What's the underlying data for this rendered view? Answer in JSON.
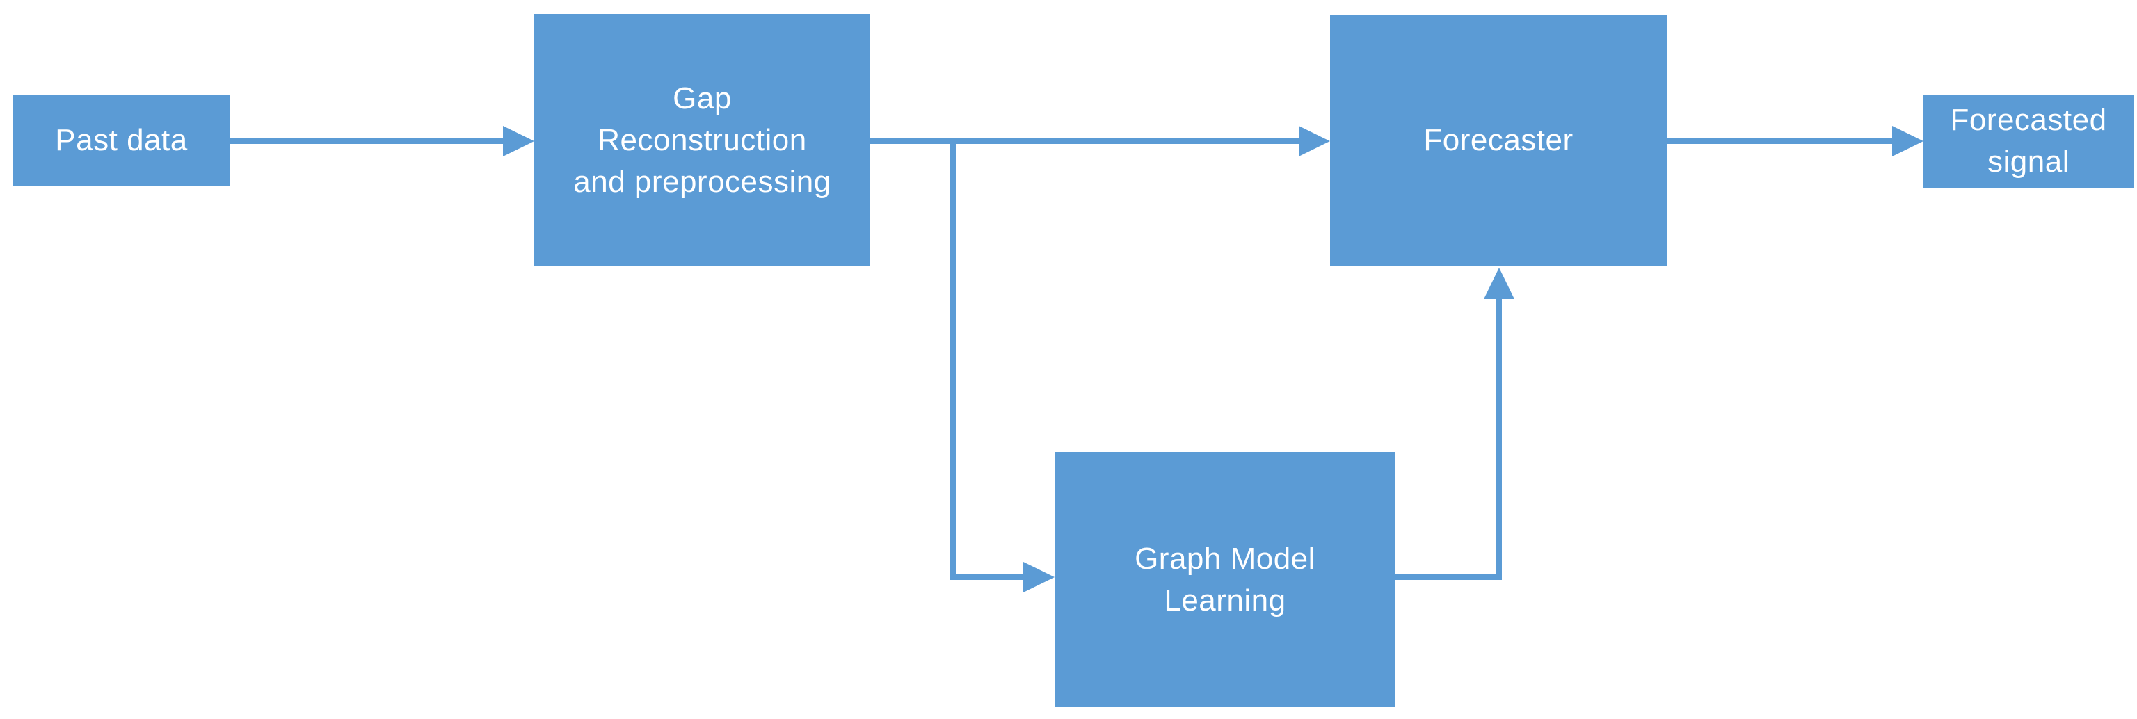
{
  "diagram": {
    "type": "flowchart",
    "background_color": "#ffffff",
    "node_fill_color": "#5b9bd5",
    "connector_color": "#5b9bd5",
    "node_text_color": "#ffffff",
    "nodes": [
      {
        "id": "past-data",
        "lines": [
          "Past data"
        ]
      },
      {
        "id": "gap-reconstruction",
        "lines": [
          "Gap",
          "Reconstruction",
          "and preprocessing"
        ]
      },
      {
        "id": "forecaster",
        "lines": [
          "Forecaster"
        ]
      },
      {
        "id": "forecasted-signal",
        "lines": [
          "Forecasted",
          "signal"
        ]
      },
      {
        "id": "graph-model",
        "lines": [
          "Graph Model",
          "Learning"
        ]
      }
    ],
    "edges": [
      {
        "from": "past-data",
        "to": "gap-reconstruction",
        "style": "straight-right-arrow"
      },
      {
        "from": "gap-reconstruction",
        "to": "forecaster",
        "style": "straight-right-arrow"
      },
      {
        "from": "gap-reconstruction",
        "to": "graph-model",
        "style": "elbow-down-right-arrow"
      },
      {
        "from": "graph-model",
        "to": "forecaster",
        "style": "elbow-right-up-arrow"
      },
      {
        "from": "forecaster",
        "to": "forecasted-signal",
        "style": "straight-right-arrow"
      }
    ]
  }
}
